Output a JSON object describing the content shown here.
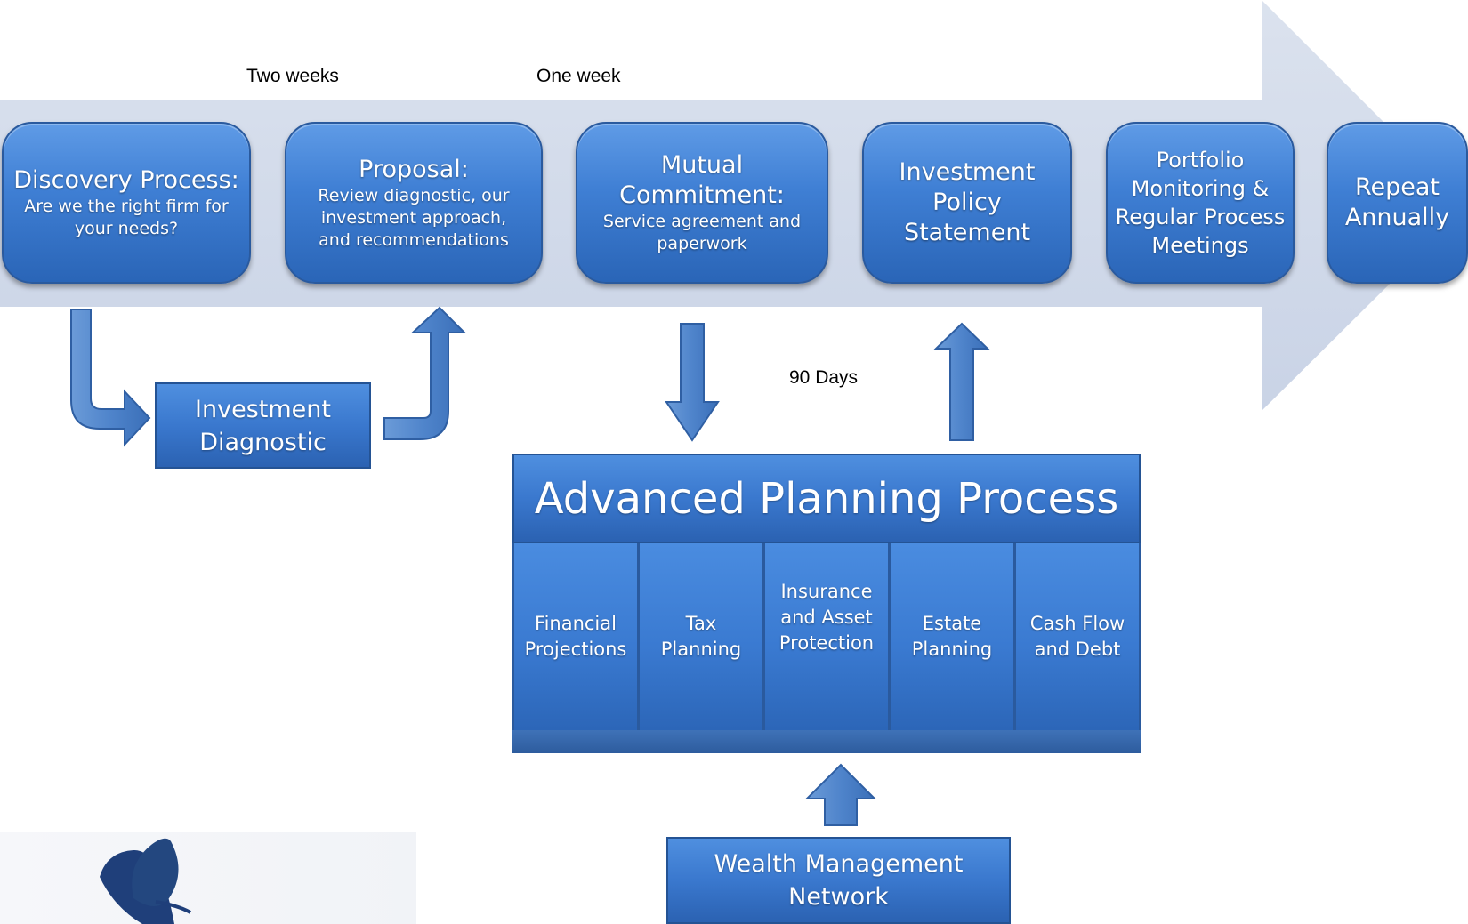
{
  "timeline_labels": {
    "two_weeks": "Two weeks",
    "one_week": "One week",
    "ninety_days": "90 Days"
  },
  "steps": {
    "discovery": {
      "title": "Discovery Process:",
      "subtitle": "Are we the right firm for your needs?"
    },
    "proposal": {
      "title": "Proposal:",
      "subtitle": "Review diagnostic, our investment approach, and recommendations"
    },
    "mutual": {
      "title": "Mutual Commitment:",
      "subtitle": "Service agreement and paperwork"
    },
    "ips": {
      "title": "Investment Policy Statement"
    },
    "monitoring": {
      "title": "Portfolio Monitoring & Regular Process Meetings"
    },
    "repeat": {
      "title": "Repeat Annually"
    }
  },
  "investment_diagnostic": "Investment Diagnostic",
  "advanced_planning": {
    "title": "Advanced Planning Process",
    "columns": [
      [
        "Financial",
        "Projections"
      ],
      [
        "Tax",
        "Planning"
      ],
      [
        "Insurance",
        "and Asset",
        "Protection"
      ],
      [
        "Estate",
        "Planning"
      ],
      [
        "Cash Flow",
        "and Debt"
      ]
    ]
  },
  "wealth_network": "Wealth Management Network",
  "icons": {
    "logo": "leaf-logo-icon",
    "timeline": "timeline-arrow-icon",
    "arrows": [
      "down-right-arrow-icon",
      "up-arrow-icon",
      "down-arrow-icon",
      "up-arrow-icon"
    ]
  },
  "colors": {
    "box_blue": "#3f7fd4",
    "timeline_band": "#d4dceb",
    "arrow_blue": "#4a7fc4",
    "logo_navy": "#1f3f7a"
  }
}
